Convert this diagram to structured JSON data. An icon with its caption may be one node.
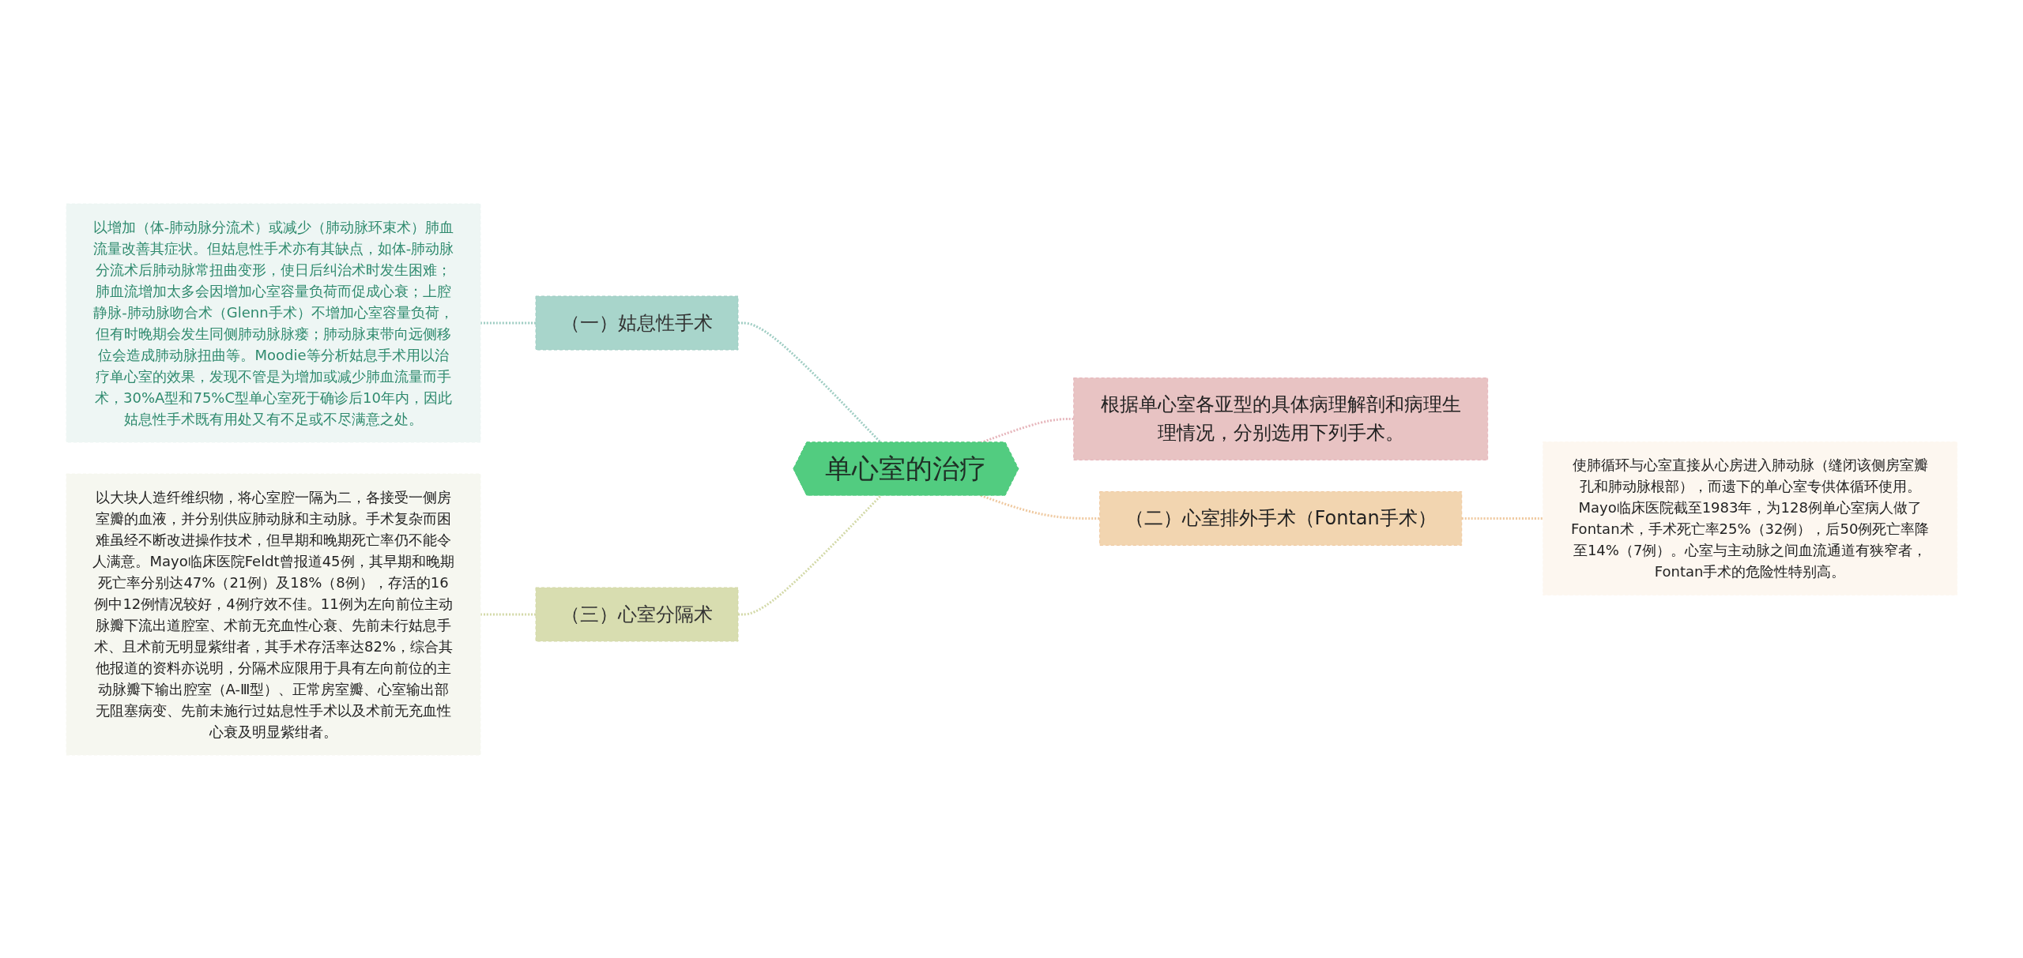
{
  "diagram": {
    "nodes": [
      {
        "text": [
          "单心室的治疗"
        ]
      },
      {
        "text": [
          "（一）姑息性手术"
        ]
      },
      {
        "text": [
          "以增加（体-肺动脉分流术）或减少（肺动脉环束术）肺血流量改善其症状。但姑息性手术亦有其缺点，如体-肺动脉分流术后肺动脉常扭曲变形，使日后纠治术时发生困难；肺血流增加太多会因增加心室容量负荷而促成心衰；上腔静脉-肺动脉吻合术（Glenn手术）不增加心室容量负荷，但有时晚期会发生同侧肺动脉脉瘘；肺动脉束带向远侧移位会造成肺动脉扭曲等。Moodie等分析姑息手术用以治疗单心室的效果，发现不管是为增加或减少肺血流量而手术，30%A型和75%C型单心室死于确诊后10年内，因此姑息性手术既有用处又有不足或不尽满意之处。"
        ]
      },
      {
        "text": [
          "（三）心室分隔术"
        ]
      },
      {
        "text": [
          "以大块人造纤维织物，将心室腔一隔为二，各接受一侧房室瓣的血液，并分别供应肺动脉和主动脉。手术复杂而困难虽经不断改进操作技术，但早期和晚期死亡率仍不能令人满意。Mayo临床医院Feldt曾报道45例，其早期和晚期死亡率分别达47%（21例）及18%（8例），存活的16例中12例情况较好，4例疗效不佳。11例为左向前位主动脉瓣下流出道腔室、术前无充血性心衰、先前未行姑息手术、且术前无明显紫绀者，其手术存活率达82%，综合其他报道的资料亦说明，分隔术应限用于具有左向前位的主动脉瓣下输出腔室（A-Ⅲ型）、正常房室瓣、心室输出部无阻塞病变、先前未施行过姑息性手术以及术前无充血性心衰及明显紫绀者。"
        ]
      },
      {
        "text": [
          "根据单心室各亚型的具体病理解剖和病理生理情况，分别选用下列手术。"
        ]
      },
      {
        "text": [
          "（二）心室排外手术（Fontan手术）"
        ]
      },
      {
        "text": [
          "使肺循环与心室直接从心房进入肺动脉（缝闭该侧房室瓣孔和肺动脉根部），而遗下的单心室专供体循环使用。Mayo临床医院截至1983年，为128例单心室病人做了Fontan术，手术死亡率25%（32例），后50例死亡率降至14%（7例）。心室与主动脉之间血流通道有狭窄者，Fontan手术的危险性特别高。"
        ]
      }
    ],
    "edges": [
      {
        "from": 2,
        "to": 1,
        "arrow": "none",
        "style": "dashed",
        "color": "#9fcdc3"
      },
      {
        "from": 1,
        "to": 0,
        "arrow": "none",
        "style": "dashed",
        "color": "#9fcdc3"
      },
      {
        "from": 4,
        "to": 3,
        "arrow": "none",
        "style": "dashed",
        "color": "#d3d9a8"
      },
      {
        "from": 3,
        "to": 0,
        "arrow": "none",
        "style": "dashed",
        "color": "#d3d9a8"
      },
      {
        "from": 0,
        "to": 5,
        "arrow": "none",
        "style": "dashed",
        "color": "#e6b5bb"
      },
      {
        "from": 0,
        "to": 6,
        "arrow": "none",
        "style": "dashed",
        "color": "#efc9a0"
      },
      {
        "from": 6,
        "to": 7,
        "arrow": "none",
        "style": "dashed",
        "color": "#efc9a0"
      }
    ]
  }
}
